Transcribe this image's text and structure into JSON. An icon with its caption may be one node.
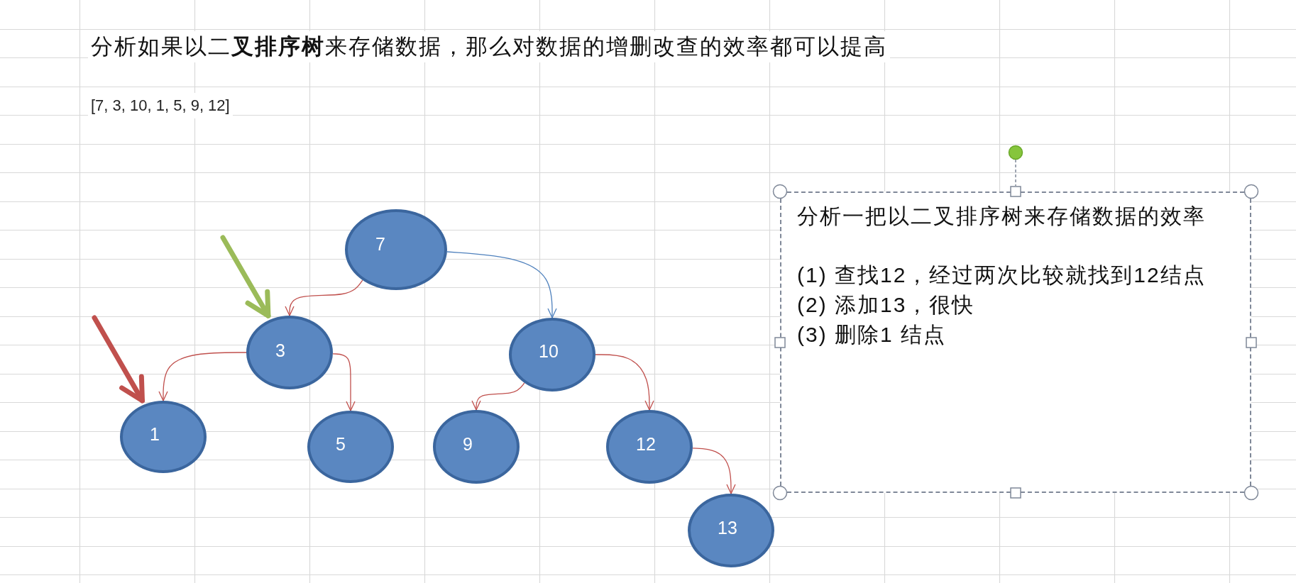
{
  "diagram": {
    "title": "分析如果以二**叉排序树**来存储数据，那么对数据的增删改查的效率都可以提高",
    "nodes": [
      {
        "text": [
          "7"
        ]
      },
      {
        "text": [
          "3"
        ]
      },
      {
        "text": [
          "10"
        ]
      },
      {
        "text": [
          "1"
        ]
      },
      {
        "text": [
          "5"
        ]
      },
      {
        "text": [
          "9"
        ]
      },
      {
        "text": [
          "12"
        ]
      },
      {
        "text": [
          "13"
        ]
      },
      {
        "text": [
          "分析一把以二叉排序树来存储数据的效率",
          "(1) 查找12，经过两次比较就找到12结点",
          "(2) 添加13，很快",
          "(3) 删除1 结点"
        ]
      }
    ],
    "edges": [
      {
        "from": 0,
        "to": 1,
        "arrow": "to"
      },
      {
        "from": 0,
        "to": 2,
        "arrow": "to",
        "color": "#4f81bd"
      },
      {
        "from": 1,
        "to": 3,
        "arrow": "to"
      },
      {
        "from": 1,
        "to": 4,
        "arrow": "to"
      },
      {
        "from": 2,
        "to": 5,
        "arrow": "to"
      },
      {
        "from": 2,
        "to": 6,
        "arrow": "to"
      },
      {
        "from": 6,
        "to": 7,
        "arrow": "to"
      },
      {
        "from": null,
        "to": 1,
        "arrow": "to",
        "style": "thick",
        "color": "#9bbb59"
      },
      {
        "from": null,
        "to": 3,
        "arrow": "to",
        "style": "thick"
      }
    ],
    "labels": [
      "[7, 3, 10, 1, 5, 9, 12]"
    ]
  }
}
